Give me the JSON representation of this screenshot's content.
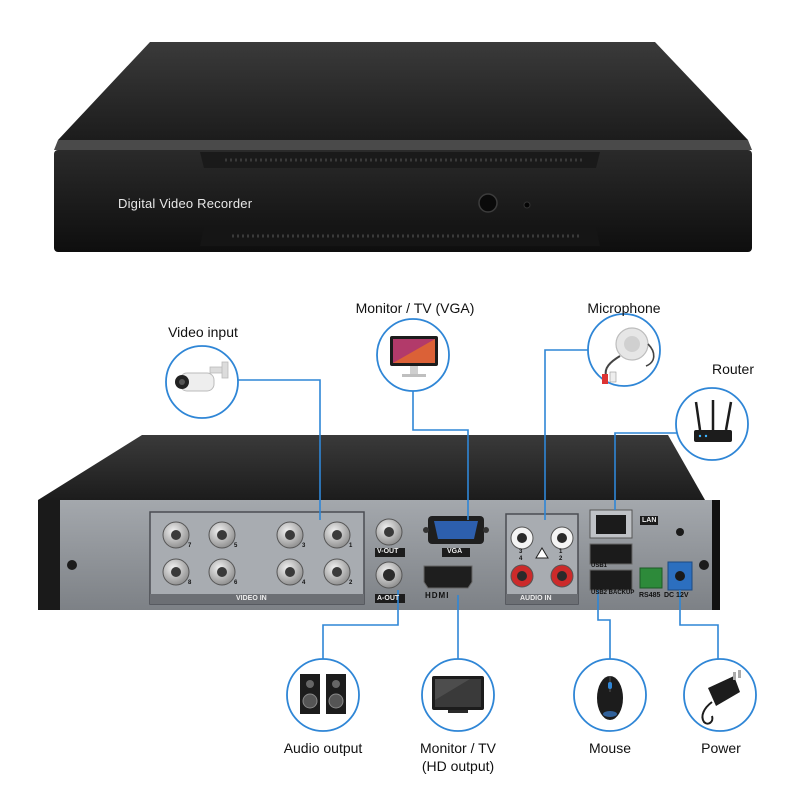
{
  "device": {
    "front_label": "Digital Video Recorder"
  },
  "callouts": {
    "video_input": "Video input",
    "monitor_vga": "Monitor / TV (VGA)",
    "microphone": "Microphone",
    "router": "Router",
    "audio_output": "Audio output",
    "monitor_hd_line1": "Monitor / TV",
    "monitor_hd_line2": "(HD output)",
    "mouse": "Mouse",
    "power": "Power"
  },
  "rear_panel": {
    "video_in": "VIDEO IN",
    "v_out": "V-OUT",
    "vga": "VGA",
    "a_out": "A-OUT",
    "hdmi": "HDMI",
    "audio_in": "AUDIO IN",
    "lan": "LAN",
    "rs485": "RS485",
    "dc12v": "DC 12V",
    "usb1": "USB1",
    "usb2": "USB2 BACKUP",
    "bnc_top": [
      "7",
      "5",
      "3",
      "1"
    ],
    "bnc_bottom": [
      "8",
      "6",
      "4",
      "2"
    ],
    "audio_top": [
      "3",
      "1"
    ],
    "audio_bottom": [
      "4",
      "2"
    ]
  },
  "colors": {
    "callout_blue": "#2f86d6",
    "device_black": "#1a1a1a",
    "panel_gray": "#8f9398"
  }
}
